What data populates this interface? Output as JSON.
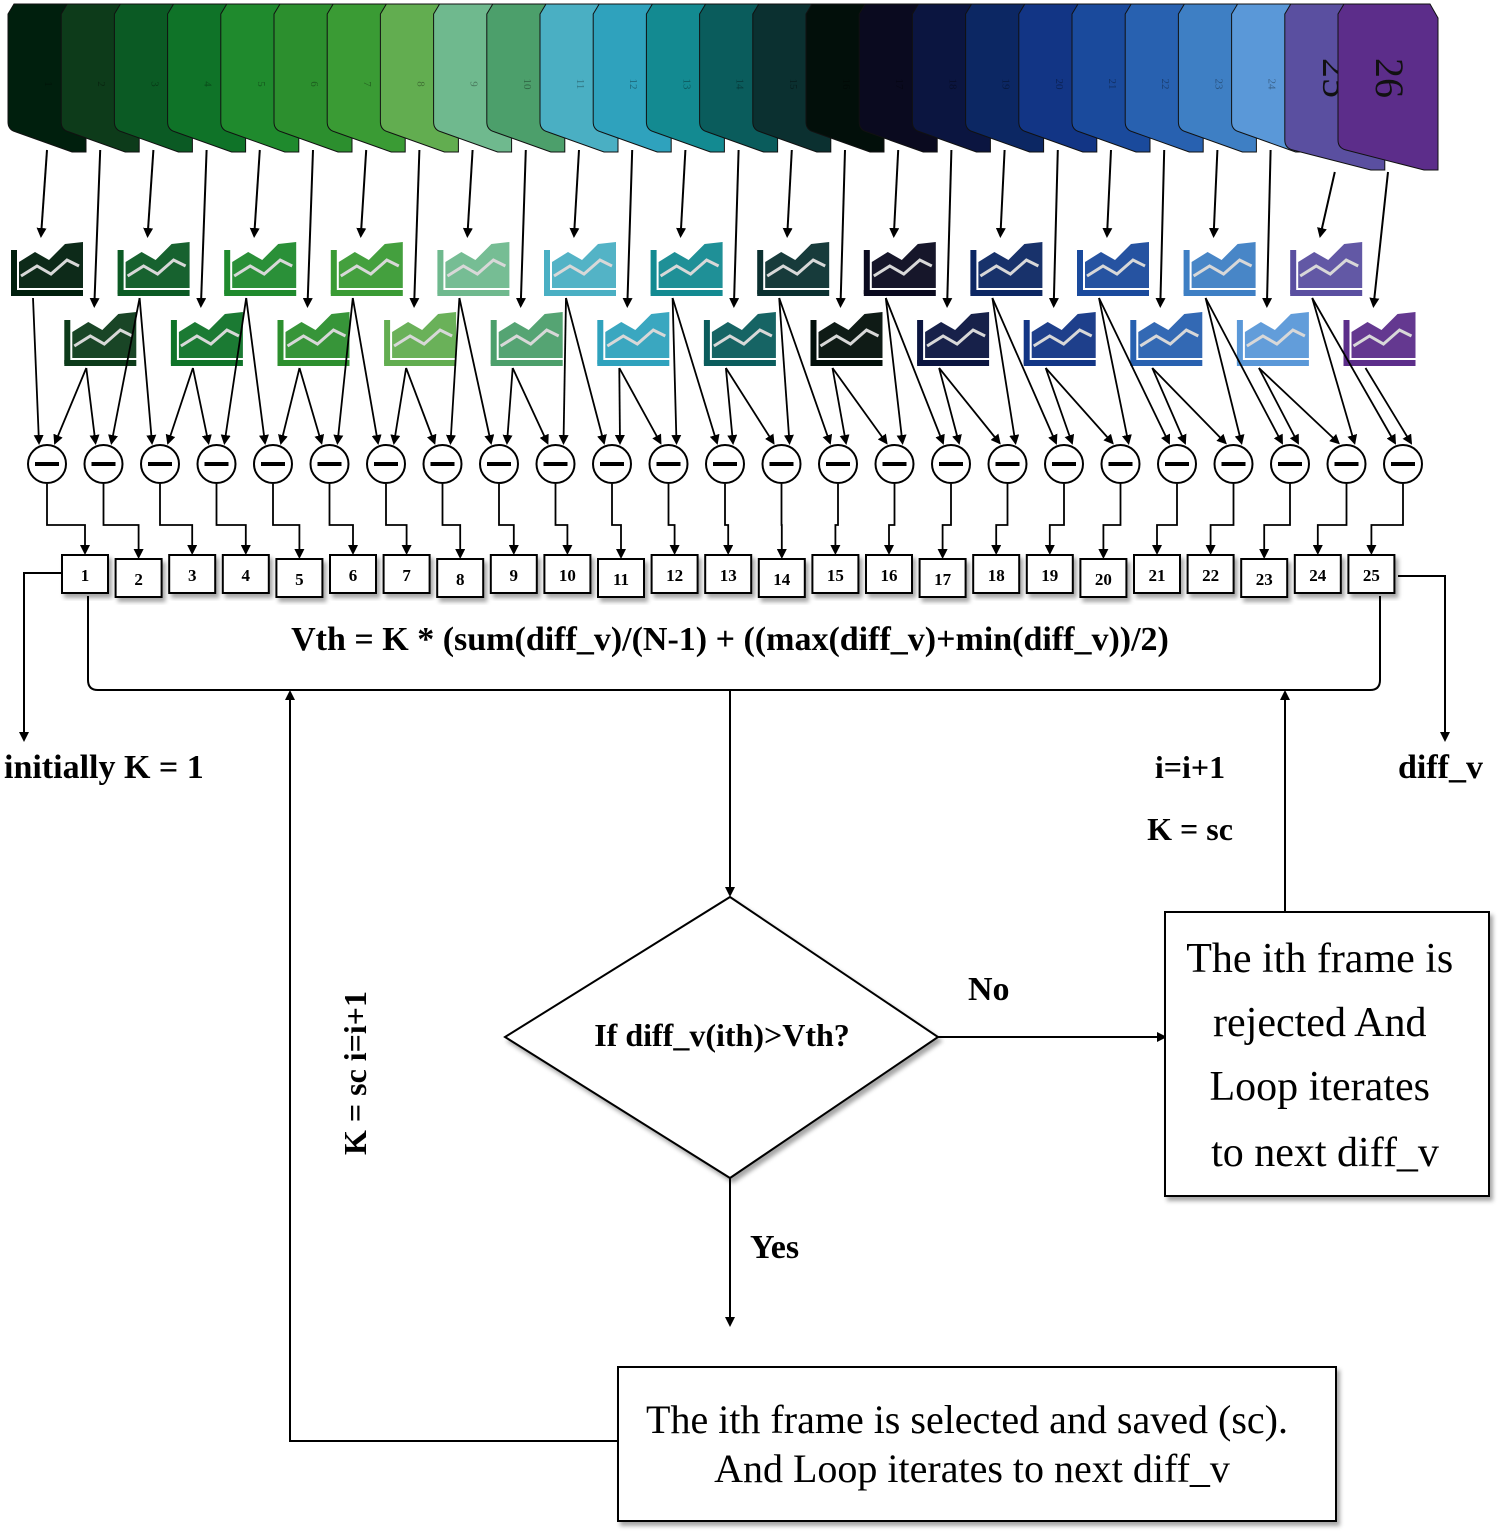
{
  "frames": {
    "count": 26,
    "labels": [
      "1",
      "2",
      "3",
      "4",
      "5",
      "6",
      "7",
      "8",
      "9",
      "10",
      "11",
      "12",
      "13",
      "14",
      "15",
      "16",
      "17",
      "18",
      "19",
      "20",
      "21",
      "22",
      "23",
      "24",
      "25",
      "26"
    ],
    "colors": [
      "#001f0d",
      "#0d3b1a",
      "#0b5a24",
      "#0f7328",
      "#1f8a2d",
      "#2c8f2e",
      "#3a9b34",
      "#62ad50",
      "#6fb98e",
      "#4c9f6b",
      "#4aafc3",
      "#2fa2bd",
      "#138a91",
      "#0a5c5c",
      "#0b3030",
      "#020f0a",
      "#0a0a1f",
      "#0b1540",
      "#0c2763",
      "#123585",
      "#1a4a9c",
      "#2861b0",
      "#3e7fc4",
      "#5a98d8",
      "#5a4fa0",
      "#5c2d8a"
    ]
  },
  "diff_boxes": [
    "1",
    "2",
    "3",
    "4",
    "5",
    "6",
    "7",
    "8",
    "9",
    "10",
    "11",
    "12",
    "13",
    "14",
    "15",
    "16",
    "17",
    "18",
    "19",
    "20",
    "21",
    "22",
    "23",
    "24",
    "25"
  ],
  "formula": "Vth = K * (sum(diff_v)/(N-1) + ((max(diff_v)+min(diff_v))/2)",
  "labels": {
    "initial_k": "initially K = 1",
    "diff_v": "diff_v",
    "increment_i": "i=i+1",
    "k_equals_sc": "K = sc",
    "left_loop_label": "K = sc  i=i+1",
    "no": "No",
    "yes": "Yes"
  },
  "decision": {
    "text": "If diff_v(ith)>Vth?"
  },
  "rejected_box": {
    "lines": [
      "The ith frame is",
      "rejected And",
      "Loop iterates",
      "to next diff_v"
    ]
  },
  "selected_box": {
    "lines": [
      "The ith frame is selected and saved (sc).",
      "And Loop iterates to next diff_v"
    ]
  }
}
